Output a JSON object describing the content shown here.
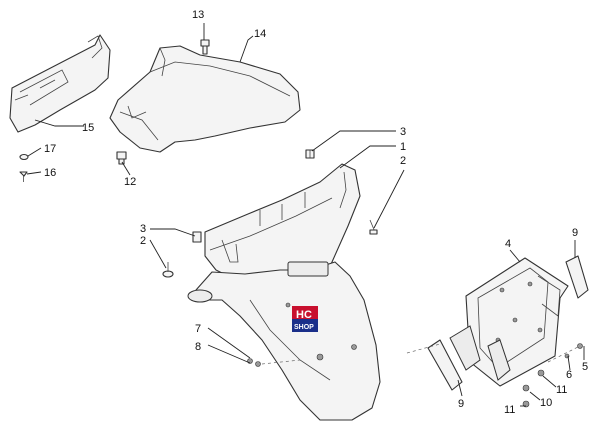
{
  "callouts": {
    "c13": "13",
    "c14": "14",
    "c15": "15",
    "c17": "17",
    "c16": "16",
    "c12": "12",
    "c3a": "3",
    "c1": "1",
    "c2a": "2",
    "c3b": "3",
    "c2b": "2",
    "c4": "4",
    "c9a": "9",
    "c7": "7",
    "c8": "8",
    "c6": "6",
    "c5": "5",
    "c9b": "9",
    "c10": "10",
    "c11a": "11",
    "c11b": "11"
  },
  "logo": {
    "line1": "HC",
    "line2": "SHOP",
    "colors": {
      "red": "#c8102e",
      "blue": "#1a2f8a"
    }
  }
}
